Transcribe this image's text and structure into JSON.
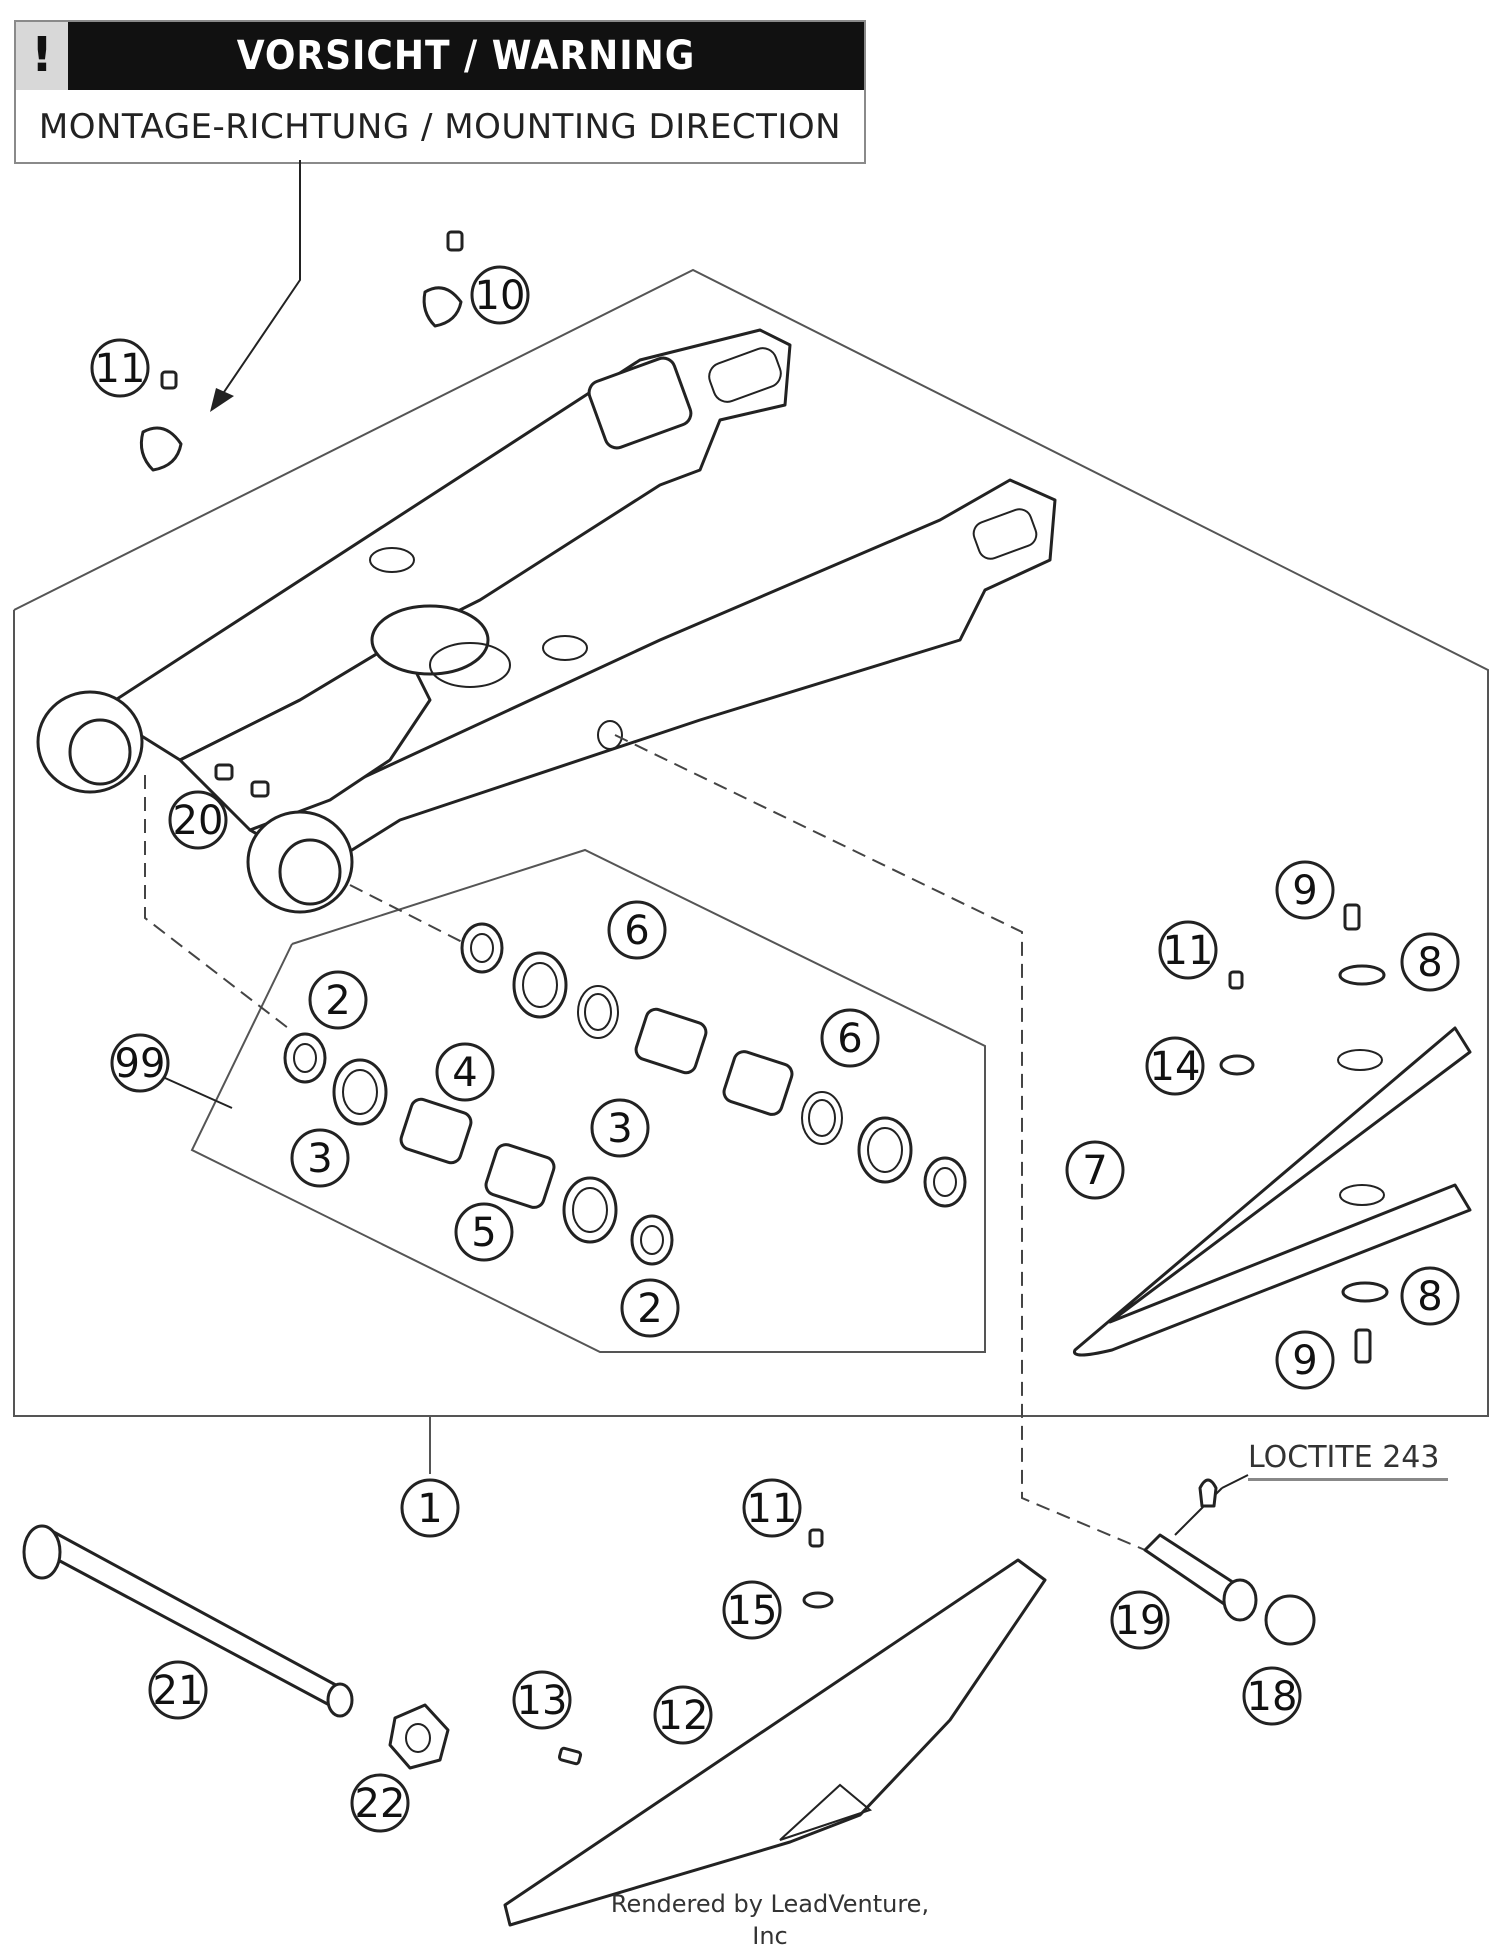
{
  "warning": {
    "mark": "!",
    "title": "VORSICHT / WARNING",
    "subtitle": "MONTAGE-RICHTUNG / MOUNTING DIRECTION"
  },
  "loctite_label": "LOCTITE 243",
  "footer": "Rendered by LeadVenture, Inc",
  "callouts": [
    "1",
    "2",
    "3",
    "4",
    "5",
    "6",
    "7",
    "8",
    "9",
    "10",
    "11",
    "12",
    "13",
    "14",
    "15",
    "18",
    "19",
    "20",
    "21",
    "22",
    "99"
  ],
  "colors": {
    "line": "#222222",
    "frame": "#555555",
    "warning_bg": "#111111"
  },
  "icons": [
    "warning-exclamation-icon"
  ]
}
